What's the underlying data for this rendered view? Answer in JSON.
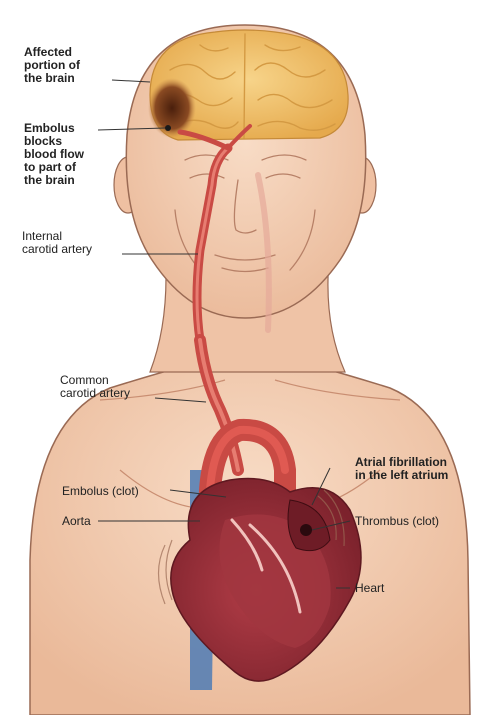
{
  "labels": {
    "affected_portion": "Affected\nportion of\nthe brain",
    "embolus_blocks": "Embolus\nblocks\nblood flow\nto part of\nthe brain",
    "internal_carotid": "Internal\ncarotid artery",
    "common_carotid": "Common\ncarotid artery",
    "atrial_fibrillation": "Atrial fibrillation\nin the left atrium",
    "embolus_clot": "Embolus (clot)",
    "aorta": "Aorta",
    "thrombus": "Thrombus (clot)",
    "heart": "Heart"
  },
  "colors": {
    "skin": "#f3cdb2",
    "skin_shadow": "#e4b093",
    "outline": "#8a5a46",
    "brain": "#f2c36a",
    "brain_fold": "#d9a045",
    "lesion": "#7a3b1c",
    "artery": "#c94a44",
    "artery_light": "#e77d71",
    "heart": "#8e2b33",
    "heart_inner": "#b0414a",
    "vein": "#4e7bb5"
  }
}
